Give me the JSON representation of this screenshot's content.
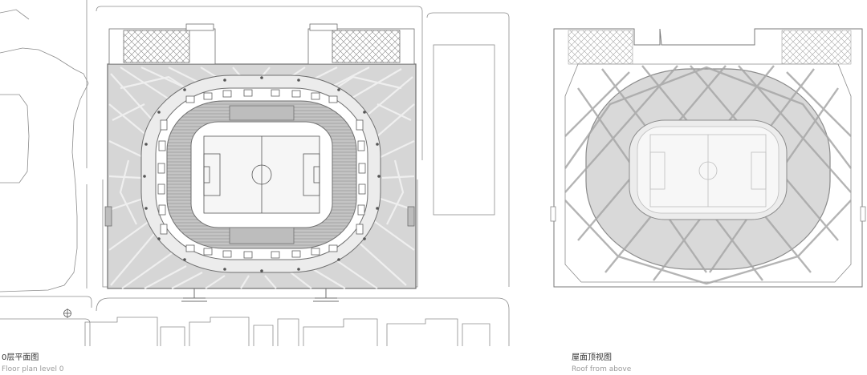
{
  "captions": {
    "left_cn": "0层平面图",
    "left_en": "Floor plan level 0",
    "right_cn": "屋面顶视图",
    "right_en": "Roof from above"
  },
  "colors": {
    "line": "#6f6f6f",
    "plaza": "#d6d6d6",
    "stand": "#bdbdbd",
    "roof_fill": "#d9d9d9",
    "lattice": "#9c9c9c",
    "pitch": "#f4f4f4"
  },
  "icons": [
    "north-arrow-icon"
  ]
}
